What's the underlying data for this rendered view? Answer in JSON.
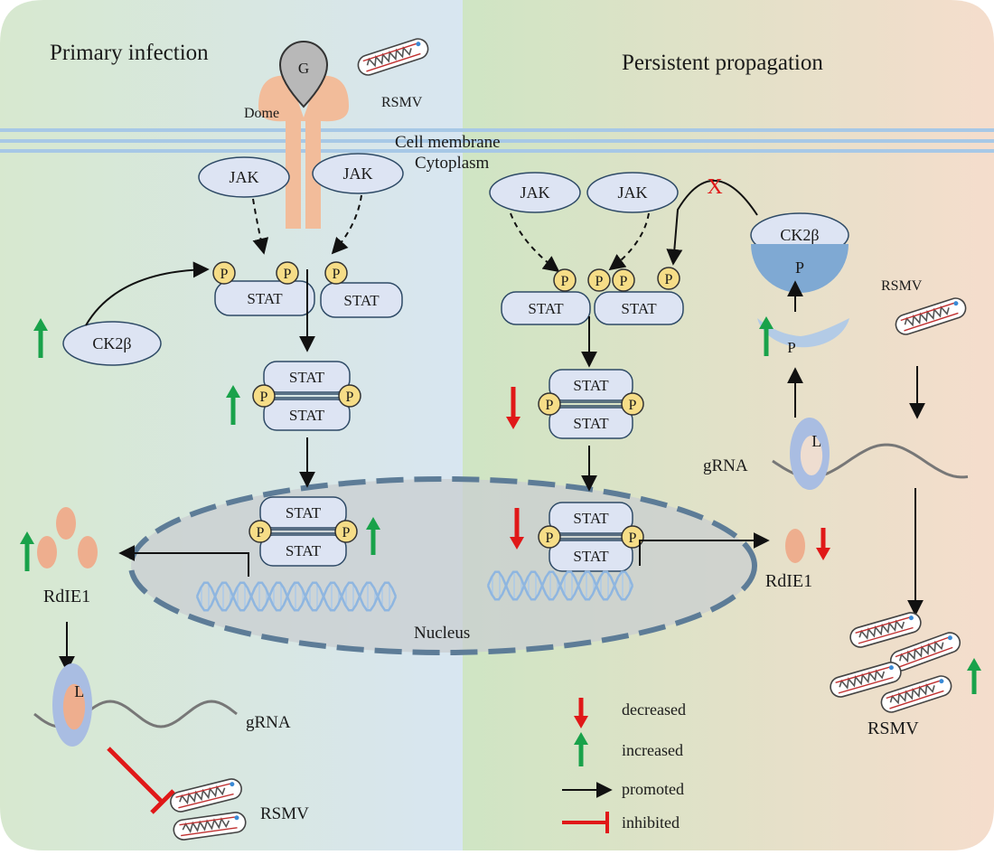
{
  "panels": {
    "left_title": "Primary infection",
    "right_title": "Persistent propagation"
  },
  "membrane": {
    "label_top": "Cell membrane",
    "label_bottom": "Cytoplasm"
  },
  "receptor": {
    "ligand": "G",
    "dome": "Dome"
  },
  "virus_label": "RSMV",
  "nucleus_label": "Nucleus",
  "protein": {
    "jak": "JAK",
    "stat": "STAT",
    "phospho": "P",
    "ck2b": "CK2β",
    "rdie1": "RdIE1",
    "grna": "gRNA",
    "l_protein": "L",
    "block_mark": "X"
  },
  "legend": {
    "decreased": "decreased",
    "increased": "increased",
    "promoted": "promoted",
    "inhibited": "inhibited"
  },
  "colors": {
    "left_bg": "#dbe9d6",
    "right_bg": "#f3dccb",
    "membrane": "#a7c8e6",
    "protein_fill": "#dde4f3",
    "protein_stroke": "#2e4a66",
    "phospho_fill": "#f6dd87",
    "receptor": "#f2bc9a",
    "nucleus": "#c9cdd0",
    "nucleus_border": "#5d7c97",
    "rdie1": "#eeae8e",
    "increase": "#19a24a",
    "decrease": "#e01818",
    "ck2b_dark": "#7fa9d3",
    "l_ring": "#a9bde2"
  }
}
